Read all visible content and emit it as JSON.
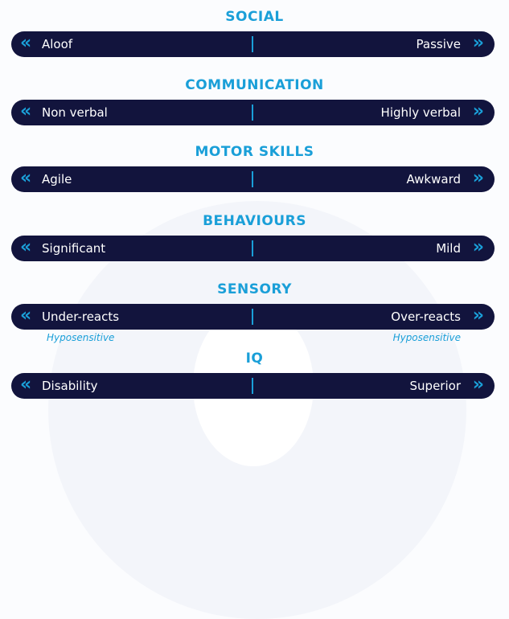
{
  "scales": [
    {
      "title": "SOCIAL",
      "left": "Aloof",
      "right": "Passive"
    },
    {
      "title": "COMMUNICATION",
      "left": "Non verbal",
      "right": "Highly verbal"
    },
    {
      "title": "MOTOR SKILLS",
      "left": "Agile",
      "right": "Awkward"
    },
    {
      "title": "BEHAVIOURS",
      "left": "Significant",
      "right": "Mild"
    },
    {
      "title": "SENSORY",
      "left": "Under-reacts",
      "right": "Over-reacts",
      "left_note": "Hyposensitive",
      "right_note": "Hyposensitive"
    },
    {
      "title": "IQ",
      "left": "Disability",
      "right": "Superior"
    }
  ],
  "colors": {
    "bar": "#12143d",
    "accent": "#1a9fd8"
  }
}
